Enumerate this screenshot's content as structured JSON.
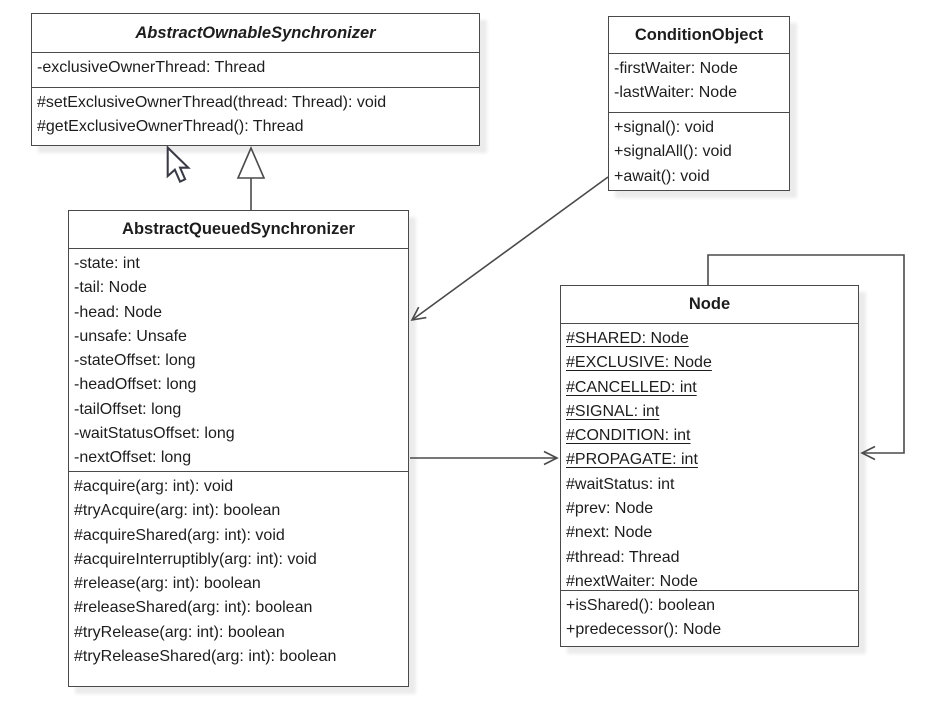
{
  "diagram": {
    "type": "uml-class-diagram",
    "classes": {
      "abstract_ownable_synchronizer": {
        "name": "AbstractOwnableSynchronizer",
        "abstract": true,
        "attributes": [
          "-exclusiveOwnerThread: Thread"
        ],
        "methods": [
          "#setExclusiveOwnerThread(thread: Thread): void",
          "#getExclusiveOwnerThread(): Thread"
        ]
      },
      "condition_object": {
        "name": "ConditionObject",
        "abstract": false,
        "attributes": [
          "-firstWaiter: Node",
          "-lastWaiter: Node"
        ],
        "methods": [
          "+signal(): void",
          "+signalAll(): void",
          "+await(): void"
        ]
      },
      "abstract_queued_synchronizer": {
        "name": "AbstractQueuedSynchronizer",
        "abstract": false,
        "attributes": [
          "-state: int",
          "-tail: Node",
          "-head: Node",
          "-unsafe: Unsafe",
          "-stateOffset: long",
          "-headOffset: long",
          "-tailOffset: long",
          "-waitStatusOffset: long",
          "-nextOffset: long"
        ],
        "methods": [
          "#acquire(arg: int): void",
          "#tryAcquire(arg: int): boolean",
          "#acquireShared(arg: int): void",
          "#acquireInterruptibly(arg: int): void",
          "#release(arg: int): boolean",
          "#releaseShared(arg: int): boolean",
          "#tryRelease(arg: int): boolean",
          "#tryReleaseShared(arg: int): boolean"
        ]
      },
      "node": {
        "name": "Node",
        "abstract": false,
        "attributes": [
          {
            "text": "#SHARED: Node",
            "underline": true
          },
          {
            "text": "#EXCLUSIVE: Node",
            "underline": true
          },
          {
            "text": "#CANCELLED: int",
            "underline": true
          },
          {
            "text": "#SIGNAL: int",
            "underline": true
          },
          {
            "text": "#CONDITION: int",
            "underline": true
          },
          {
            "text": "#PROPAGATE: int",
            "underline": true
          },
          "#waitStatus: int",
          "#prev: Node",
          "#next: Node",
          "#thread: Thread",
          "#nextWaiter: Node"
        ],
        "methods": [
          "+isShared(): boolean",
          "+predecessor(): Node"
        ]
      }
    },
    "relationships": [
      {
        "type": "generalization",
        "from": "AbstractQueuedSynchronizer",
        "to": "AbstractOwnableSynchronizer"
      },
      {
        "type": "association",
        "from": "ConditionObject",
        "to": "AbstractQueuedSynchronizer"
      },
      {
        "type": "association",
        "from": "AbstractQueuedSynchronizer",
        "to": "Node"
      },
      {
        "type": "association",
        "from": "Node",
        "to": "Node",
        "self": true
      }
    ]
  },
  "colors": {
    "line": "#4a4a4a",
    "text": "#1d1d1d",
    "background": "#ffffff"
  }
}
